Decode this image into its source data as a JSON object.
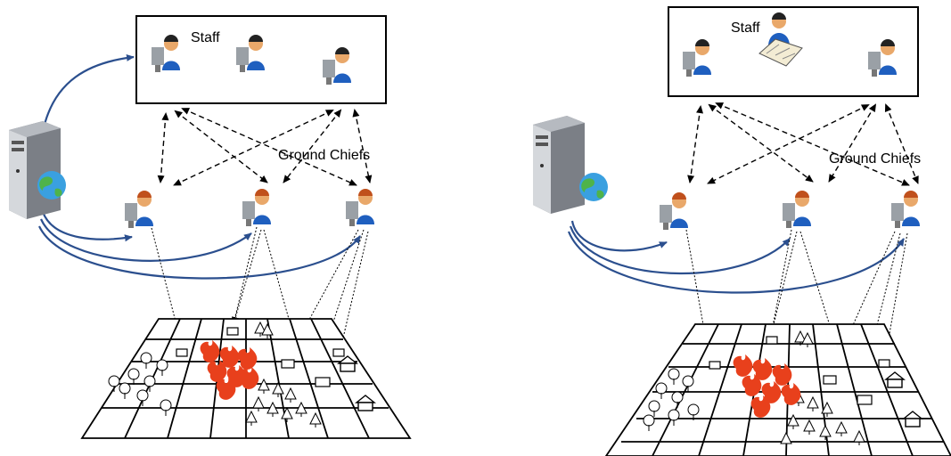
{
  "panels": [
    {
      "id": "left",
      "staff_label": "Staff",
      "chiefs_label": "Ground Chiefs",
      "staff_has_map_officer": false
    },
    {
      "id": "right",
      "staff_label": "Staff",
      "chiefs_label": "Ground Chiefs",
      "staff_has_map_officer": true
    }
  ],
  "icons": {
    "server": "server-tower-icon",
    "globe": "globe-icon",
    "operator": "operator-at-computer-icon",
    "map_officer": "officer-with-map-icon",
    "fire": "fire-icon",
    "tree": "tree-icon",
    "pine": "pine-tree-icon",
    "truck": "truck-icon",
    "house": "house-icon"
  },
  "colors": {
    "network_link": "#2b4f8e",
    "fire": "#e8401c",
    "fire_inner": "#f7a33a",
    "operator_suit": "#1f5fbf",
    "operator_skin": "#e9a86a"
  }
}
